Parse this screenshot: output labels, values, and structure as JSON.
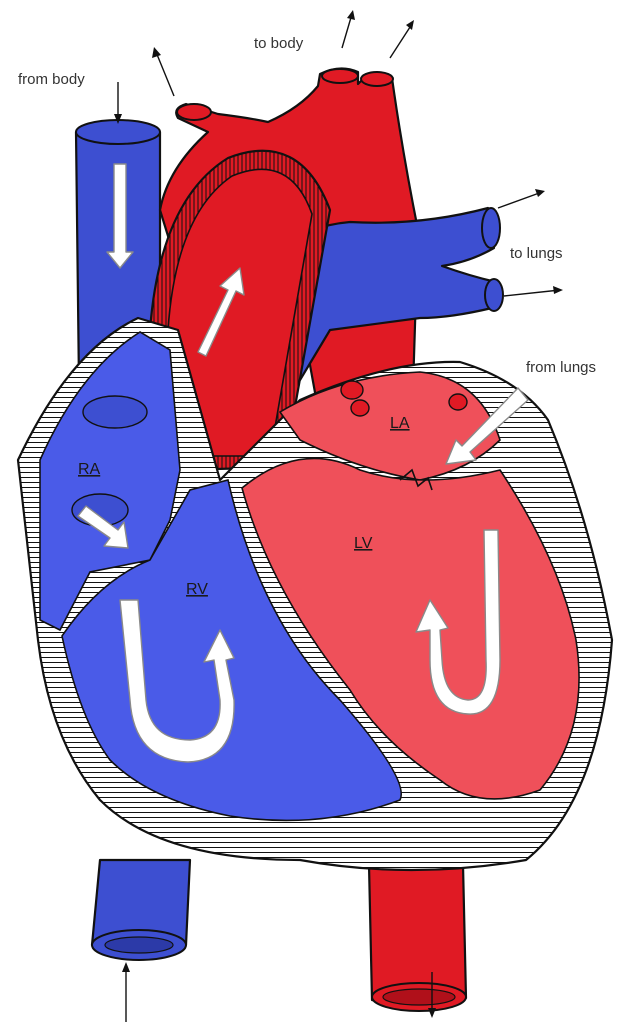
{
  "labels": {
    "from_body": "from body",
    "to_body": "to body",
    "to_lungs": "to lungs",
    "from_lungs": "from lungs"
  },
  "chambers": {
    "ra": "RA",
    "rv": "RV",
    "la": "LA",
    "lv": "LV"
  },
  "colors": {
    "deoxygenated": "#3d4fd1",
    "right_chambers": "#4a5be8",
    "oxygenated": "#e01a24",
    "left_chambers": "#ef505a",
    "wall_hatch": "#111111"
  }
}
